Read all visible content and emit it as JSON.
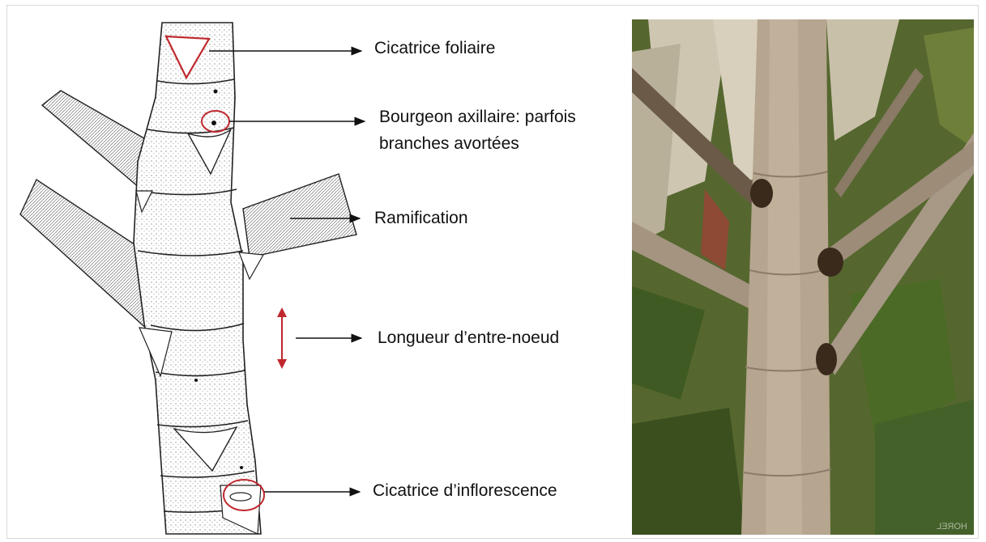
{
  "labels": {
    "leaf_scar": "Cicatrice foliaire",
    "axillary_bud_line1": "Bourgeon axillaire: parfois",
    "axillary_bud_line2": "branches avortées",
    "branching": "Ramification",
    "internode_length": "Longueur d’entre-noeud",
    "inflorescence_scar": "Cicatrice d’inflorescence"
  },
  "photo": {
    "watermark": "HOREL"
  },
  "colors": {
    "highlight": "#c0282e",
    "arrow": "#111111",
    "bark": "#b6a58f",
    "foliage": "#4f6b2a"
  },
  "icons": [
    "red-circle-marker",
    "double-headed-arrow-icon",
    "arrow-right-icon"
  ]
}
